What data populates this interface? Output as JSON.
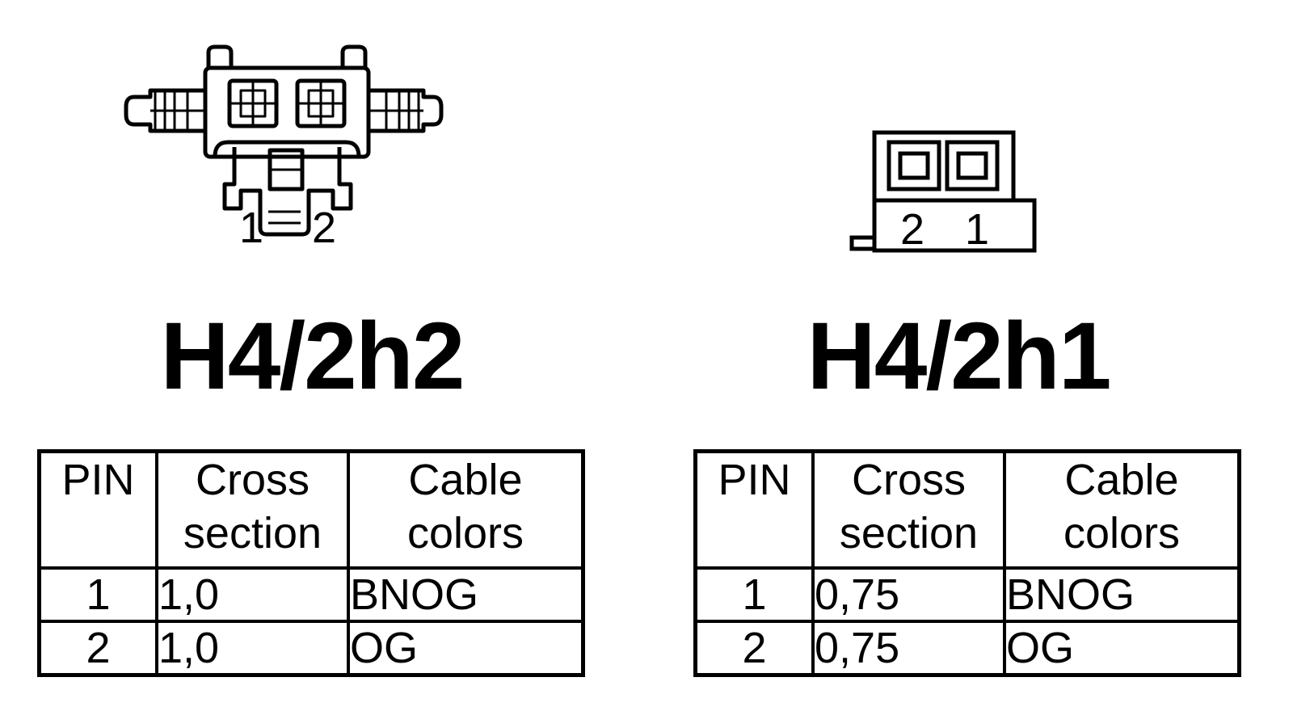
{
  "connectors": [
    {
      "title": "H4/2h2",
      "pin_labels": [
        "1",
        "2"
      ],
      "table": {
        "headers": {
          "pin": "PIN",
          "cross_line1": "Cross",
          "cross_line2": "section",
          "color_line1": "Cable",
          "color_line2": "colors"
        },
        "rows": [
          {
            "pin": "1",
            "cross": "1,0",
            "color": "BNOG"
          },
          {
            "pin": "2",
            "cross": "1,0",
            "color": "OG"
          }
        ]
      }
    },
    {
      "title": "H4/2h1",
      "pin_labels": [
        "2",
        "1"
      ],
      "table": {
        "headers": {
          "pin": "PIN",
          "cross_line1": "Cross",
          "cross_line2": "section",
          "color_line1": "Cable",
          "color_line2": "colors"
        },
        "rows": [
          {
            "pin": "1",
            "cross": "0,75",
            "color": "BNOG"
          },
          {
            "pin": "2",
            "cross": "0,75",
            "color": "OG"
          }
        ]
      }
    }
  ]
}
